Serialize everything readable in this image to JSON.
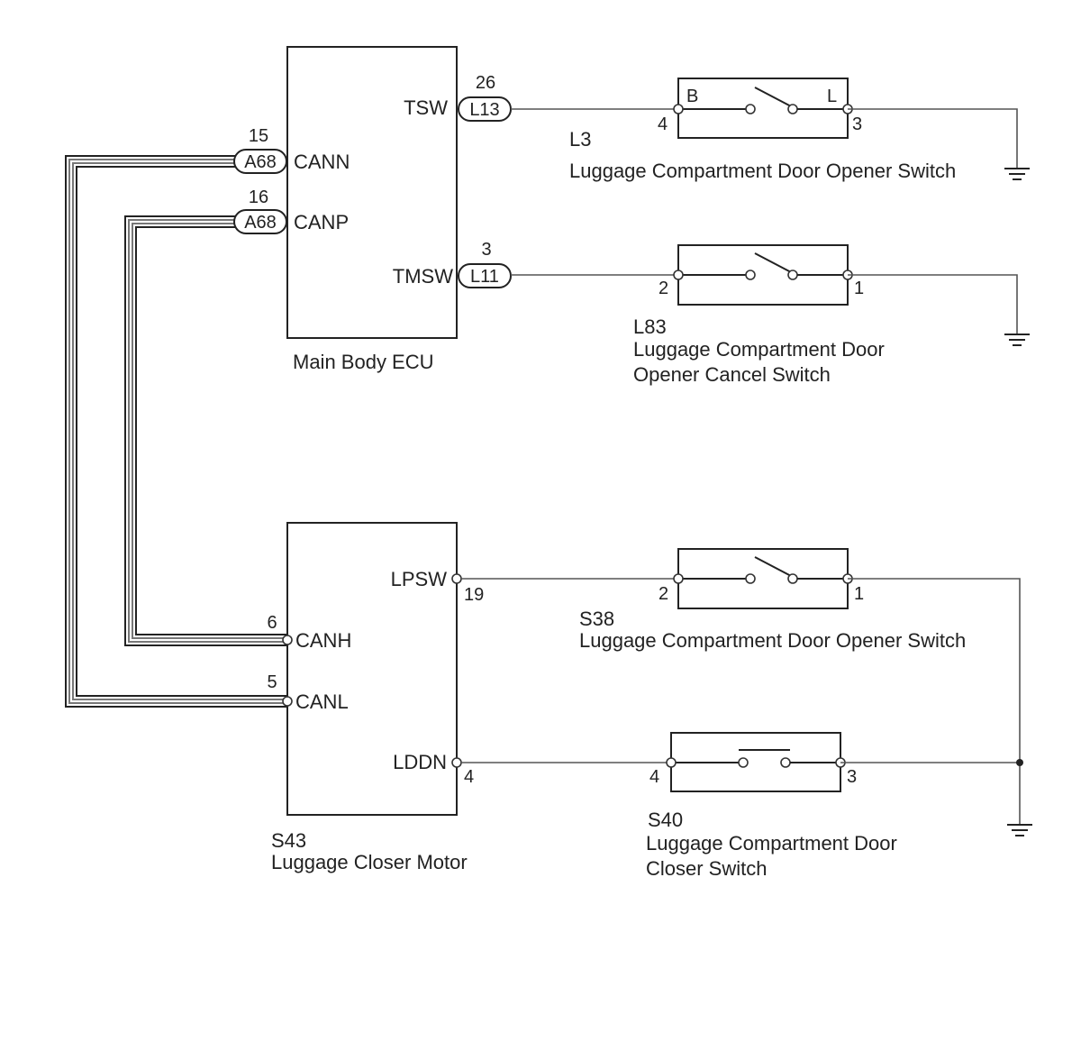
{
  "colors": {
    "ink": "#222222",
    "wire": "#555555",
    "background": "#ffffff"
  },
  "ecu": {
    "title": "Main Body ECU",
    "pins": {
      "tsw": {
        "name": "TSW",
        "number": "26",
        "connector": "L13"
      },
      "cann": {
        "name": "CANN",
        "number": "15",
        "connector": "A68"
      },
      "canp": {
        "name": "CANP",
        "number": "16",
        "connector": "A68"
      },
      "tmsw": {
        "name": "TMSW",
        "number": "3",
        "connector": "L11"
      }
    }
  },
  "motor": {
    "code": "S43",
    "title": "Luggage Closer Motor",
    "pins": {
      "lpsw": {
        "name": "LPSW",
        "number": "19"
      },
      "canh": {
        "name": "CANH",
        "number": "6"
      },
      "canl": {
        "name": "CANL",
        "number": "5"
      },
      "lddn": {
        "name": "LDDN",
        "number": "4"
      }
    }
  },
  "switches": {
    "l3": {
      "code": "L3",
      "title": "Luggage Compartment Door Opener Switch",
      "pin_left": "4",
      "pin_right": "3",
      "tag_left": "B",
      "tag_right": "L",
      "type": "normally-open"
    },
    "l83": {
      "code": "L83",
      "title_line1": "Luggage Compartment Door",
      "title_line2": "Opener Cancel Switch",
      "pin_left": "2",
      "pin_right": "1",
      "type": "normally-open"
    },
    "s38": {
      "code": "S38",
      "title": "Luggage Compartment Door Opener Switch",
      "pin_left": "2",
      "pin_right": "1",
      "type": "normally-open"
    },
    "s40": {
      "code": "S40",
      "title_line1": "Luggage Compartment Door",
      "title_line2": "Closer Switch",
      "pin_left": "4",
      "pin_right": "3",
      "type": "normally-closed"
    }
  },
  "icons": [
    "ground-icon",
    "terminal-icon",
    "connector-icon",
    "switch-icon",
    "junction-dot-icon"
  ]
}
